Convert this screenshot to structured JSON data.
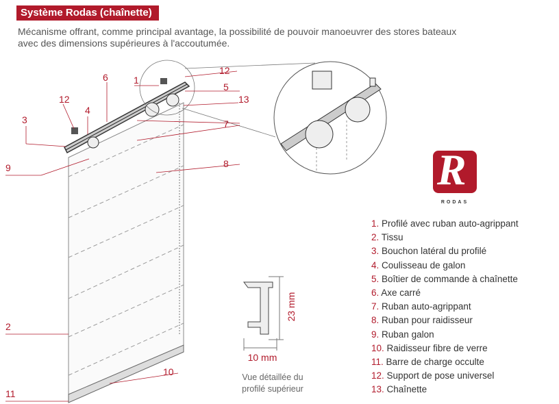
{
  "header": {
    "title": "Système Rodas (chaînette)",
    "intro_lines": [
      "Mécanisme offrant, comme principal avantage, la possibilité de pouvoir manoeuvrer des stores bateaux",
      "avec des dimensions supérieures à l'accoutumée."
    ]
  },
  "callouts": [
    "1",
    "2",
    "3",
    "4",
    "5",
    "6",
    "7",
    "8",
    "9",
    "10",
    "11",
    "12",
    "13"
  ],
  "legend": [
    {
      "num": "1.",
      "text": "Profilé avec ruban auto-agrippant"
    },
    {
      "num": "2.",
      "text": "Tissu"
    },
    {
      "num": "3.",
      "text": "Bouchon latéral du profilé"
    },
    {
      "num": "4.",
      "text": "Coulisseau de galon"
    },
    {
      "num": "5.",
      "text": "Boîtier de commande à chaînette"
    },
    {
      "num": "6.",
      "text": "Axe carré"
    },
    {
      "num": "7.",
      "text": "Ruban auto-agrippant"
    },
    {
      "num": "8.",
      "text": "Ruban pour raidisseur"
    },
    {
      "num": "9.",
      "text": "Ruban galon"
    },
    {
      "num": "10.",
      "text": "Raidisseur fibre de verre"
    },
    {
      "num": "11.",
      "text": "Barre de charge occulte"
    },
    {
      "num": "12.",
      "text": "Support de pose universel"
    },
    {
      "num": "13.",
      "text": "Chaînette"
    }
  ],
  "logo": {
    "letter": "R",
    "brand": "RODAS"
  },
  "profile": {
    "height_label": "23 mm",
    "width_label": "10 mm",
    "caption_lines": [
      "Vue détaillée du",
      "profilé supérieur"
    ]
  },
  "colors": {
    "accent": "#b11a2b",
    "line": "#555555"
  }
}
